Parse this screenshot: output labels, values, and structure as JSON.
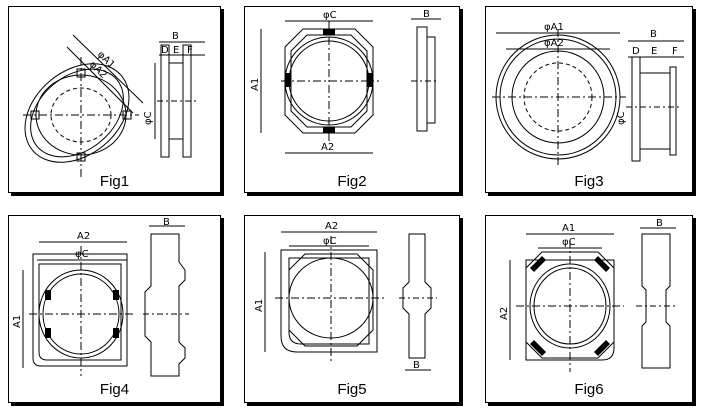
{
  "figures": [
    {
      "caption": "Fig1",
      "labels": {
        "a1": "φA1",
        "a2": "φA2",
        "b": "B",
        "c": "φC",
        "d": "D",
        "e": "E",
        "f": "F"
      }
    },
    {
      "caption": "Fig2",
      "labels": {
        "c": "φC",
        "a1": "A1",
        "a2": "A2",
        "b": "B"
      }
    },
    {
      "caption": "Fig3",
      "labels": {
        "a1": "φA1",
        "a2": "φA2",
        "b": "B",
        "c": "φC",
        "d": "D",
        "e": "E",
        "f": "F"
      }
    },
    {
      "caption": "Fig4",
      "labels": {
        "a2": "A2",
        "c": "φC",
        "a1": "A1",
        "b": "B"
      }
    },
    {
      "caption": "Fig5",
      "labels": {
        "a2": "A2",
        "c": "φC",
        "a1": "A1",
        "b": "B"
      }
    },
    {
      "caption": "Fig6",
      "labels": {
        "a1": "A1",
        "c": "φC",
        "a2": "A2",
        "b": "B"
      }
    }
  ]
}
